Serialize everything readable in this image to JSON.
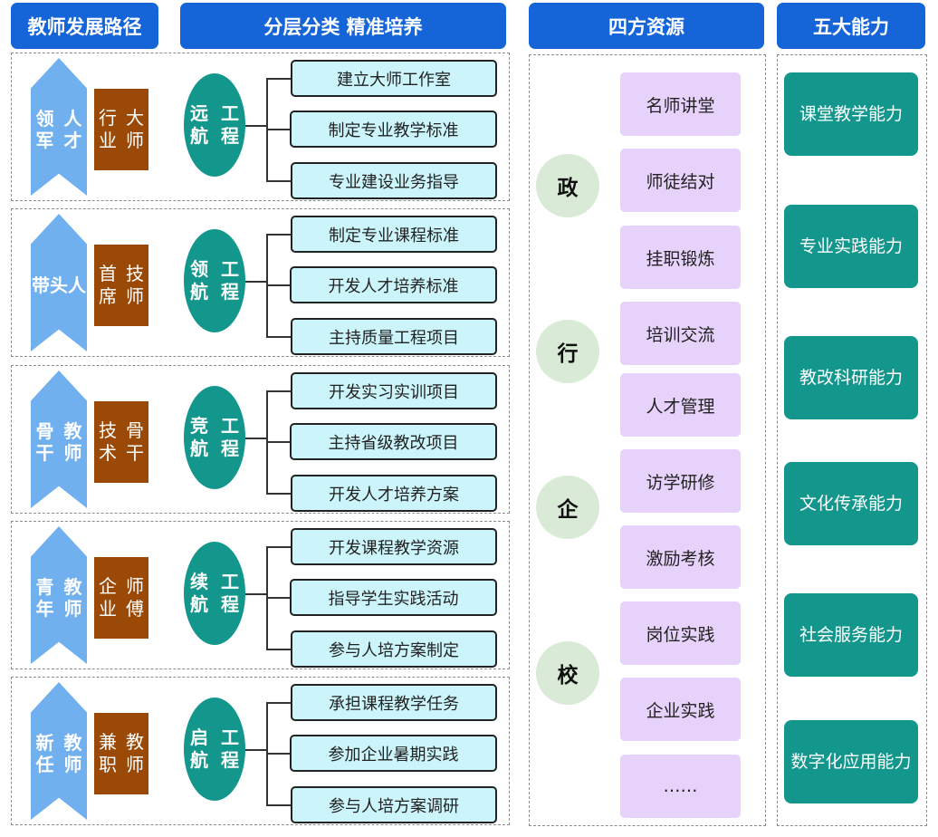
{
  "headers": {
    "path": "教师发展路径",
    "layering": "分层分类 精准培养",
    "resources": "四方资源",
    "abilities": "五大能力"
  },
  "levels": [
    {
      "tier": "领军人才",
      "tier_lines": [
        "领军",
        "人才"
      ],
      "rank": [
        "行业",
        "大师"
      ],
      "project": [
        "远航",
        "工程"
      ],
      "tasks": [
        "建立大师工作室",
        "制定专业教学标准",
        "专业建设业务指导"
      ]
    },
    {
      "tier": "带头人",
      "tier_lines": [
        "带头",
        "人"
      ],
      "rank": [
        "首席",
        "技师"
      ],
      "project": [
        "领航",
        "工程"
      ],
      "tasks": [
        "制定专业课程标准",
        "开发人才培养标准",
        "主持质量工程项目"
      ]
    },
    {
      "tier": "骨干教师",
      "tier_lines": [
        "骨干",
        "教师"
      ],
      "rank": [
        "技术",
        "骨干"
      ],
      "project": [
        "竞航",
        "工程"
      ],
      "tasks": [
        "开发实习实训项目",
        "主持省级教改项目",
        "开发人才培养方案"
      ]
    },
    {
      "tier": "青年教师",
      "tier_lines": [
        "青年",
        "教师"
      ],
      "rank": [
        "企业",
        "师傅"
      ],
      "project": [
        "续航",
        "工程"
      ],
      "tasks": [
        "开发课程教学资源",
        "指导学生实践活动",
        "参与人培方案制定"
      ]
    },
    {
      "tier": "新任教师",
      "tier_lines": [
        "新任",
        "教师"
      ],
      "rank": [
        "兼职",
        "教师"
      ],
      "project": [
        "启航",
        "工程"
      ],
      "tasks": [
        "承担课程教学任务",
        "参加企业暑期实践",
        "参与人培方案调研"
      ]
    }
  ],
  "parties": [
    "政",
    "行",
    "企",
    "校"
  ],
  "resources": [
    "名师讲堂",
    "师徒结对",
    "挂职锻炼",
    "培训交流",
    "人才管理",
    "访学研修",
    "激励考核",
    "岗位实践",
    "企业实践",
    "……"
  ],
  "abilities": [
    "课堂教学能力",
    "专业实践能力",
    "教改科研能力",
    "文化传承能力",
    "社会服务能力",
    "数字化应用能力"
  ],
  "colors": {
    "header": "#1565d8",
    "tier_arrow": "#70b0ee",
    "rank": "#9a4a06",
    "project": "#13978d",
    "task": "#cbf5fb",
    "resource": "#e6d2fa",
    "party": "#d9ead7",
    "ability": "#13978d"
  }
}
